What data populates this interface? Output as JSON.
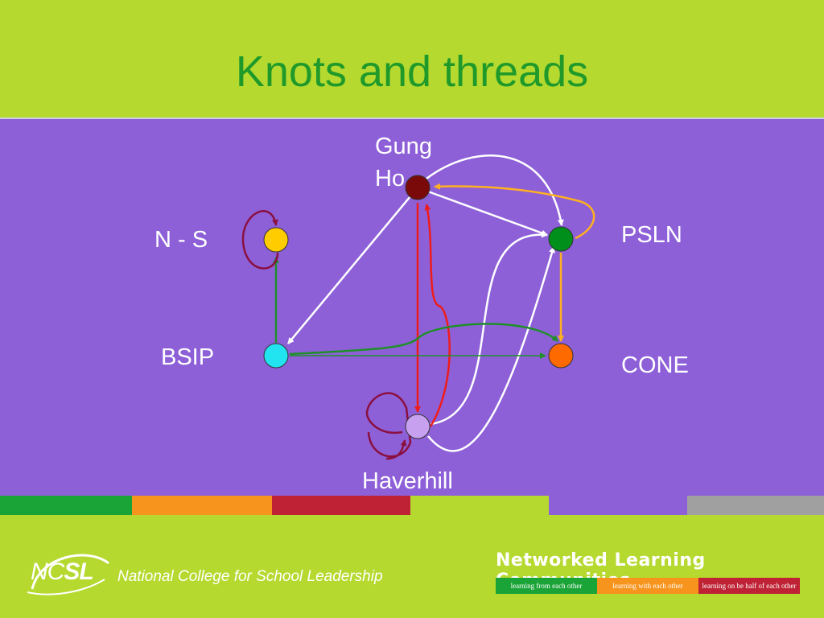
{
  "slide": {
    "title": "Knots and threads"
  },
  "diagram": {
    "nodes": [
      {
        "id": "gungho",
        "label": "Gung\nHo",
        "color": "#7a0a0a"
      },
      {
        "id": "ns",
        "label": "N - S",
        "color": "#ffcc00"
      },
      {
        "id": "psln",
        "label": "PSLN",
        "color": "#008f1a"
      },
      {
        "id": "bsip",
        "label": "BSIP",
        "color": "#22e4f0"
      },
      {
        "id": "cone",
        "label": "CONE",
        "color": "#ff6a00"
      },
      {
        "id": "haverhill",
        "label": "Haverhill",
        "color": "#c8a0f0"
      }
    ],
    "colors": {
      "white": "#ffffff",
      "red": "#ee1c1c",
      "orange": "#ffb020",
      "green": "#1f8f2a",
      "maroon": "#8a1040"
    }
  },
  "strip": [
    "#1aa337",
    "#f7941d",
    "#be2234",
    "#b5d92e",
    "#8e60d8",
    "#a0a0a0"
  ],
  "footer": {
    "logo_main": "NC",
    "logo_bold": "SL",
    "org_name": "National College for School Leadership",
    "nlc_title": "Networked Learning Communities",
    "tags": [
      {
        "text": "learning from each other",
        "color": "#1aa337"
      },
      {
        "text": "learning with each other",
        "color": "#f7941d"
      },
      {
        "text": "learning on be half of each other",
        "color": "#be2234"
      }
    ]
  }
}
